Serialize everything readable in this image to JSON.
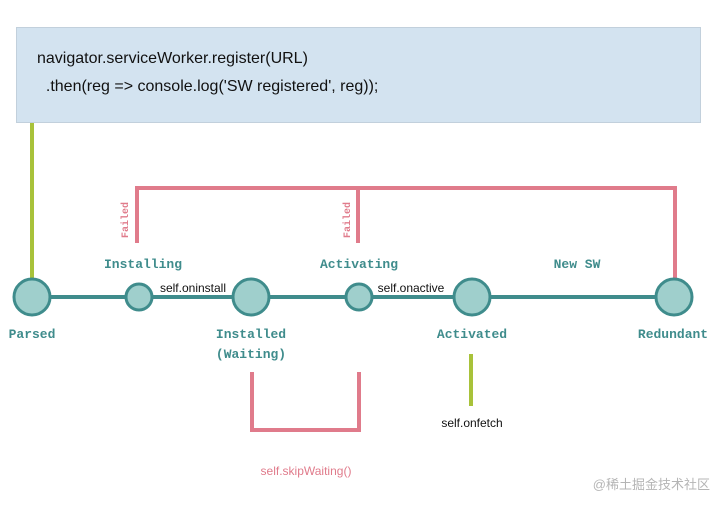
{
  "code": {
    "line1": "navigator.serviceWorker.register(URL)",
    "line2": "  .then(reg => console.log('SW registered', reg));"
  },
  "states": {
    "parsed": "Parsed",
    "installing": "Installing",
    "installed_1": "Installed",
    "installed_2": "(Waiting)",
    "activating": "Activating",
    "activated": "Activated",
    "new_sw": "New SW",
    "redundant": "Redundant"
  },
  "events": {
    "oninstall": "self.oninstall",
    "onactive": "self.onactive",
    "onfetch": "self.onfetch",
    "skip_waiting": "self.skipWaiting()"
  },
  "failed": {
    "installing": "Failed",
    "activating": "Failed"
  },
  "watermark": "@稀土掘金技术社区",
  "colors": {
    "track": "#3f8c8c",
    "node_fill": "#9fcfcc",
    "label_teal": "#3f8c8c",
    "failure_pink": "#e07b8b",
    "link_green": "#a8c23a",
    "code_bg": "#d3e3f0"
  }
}
